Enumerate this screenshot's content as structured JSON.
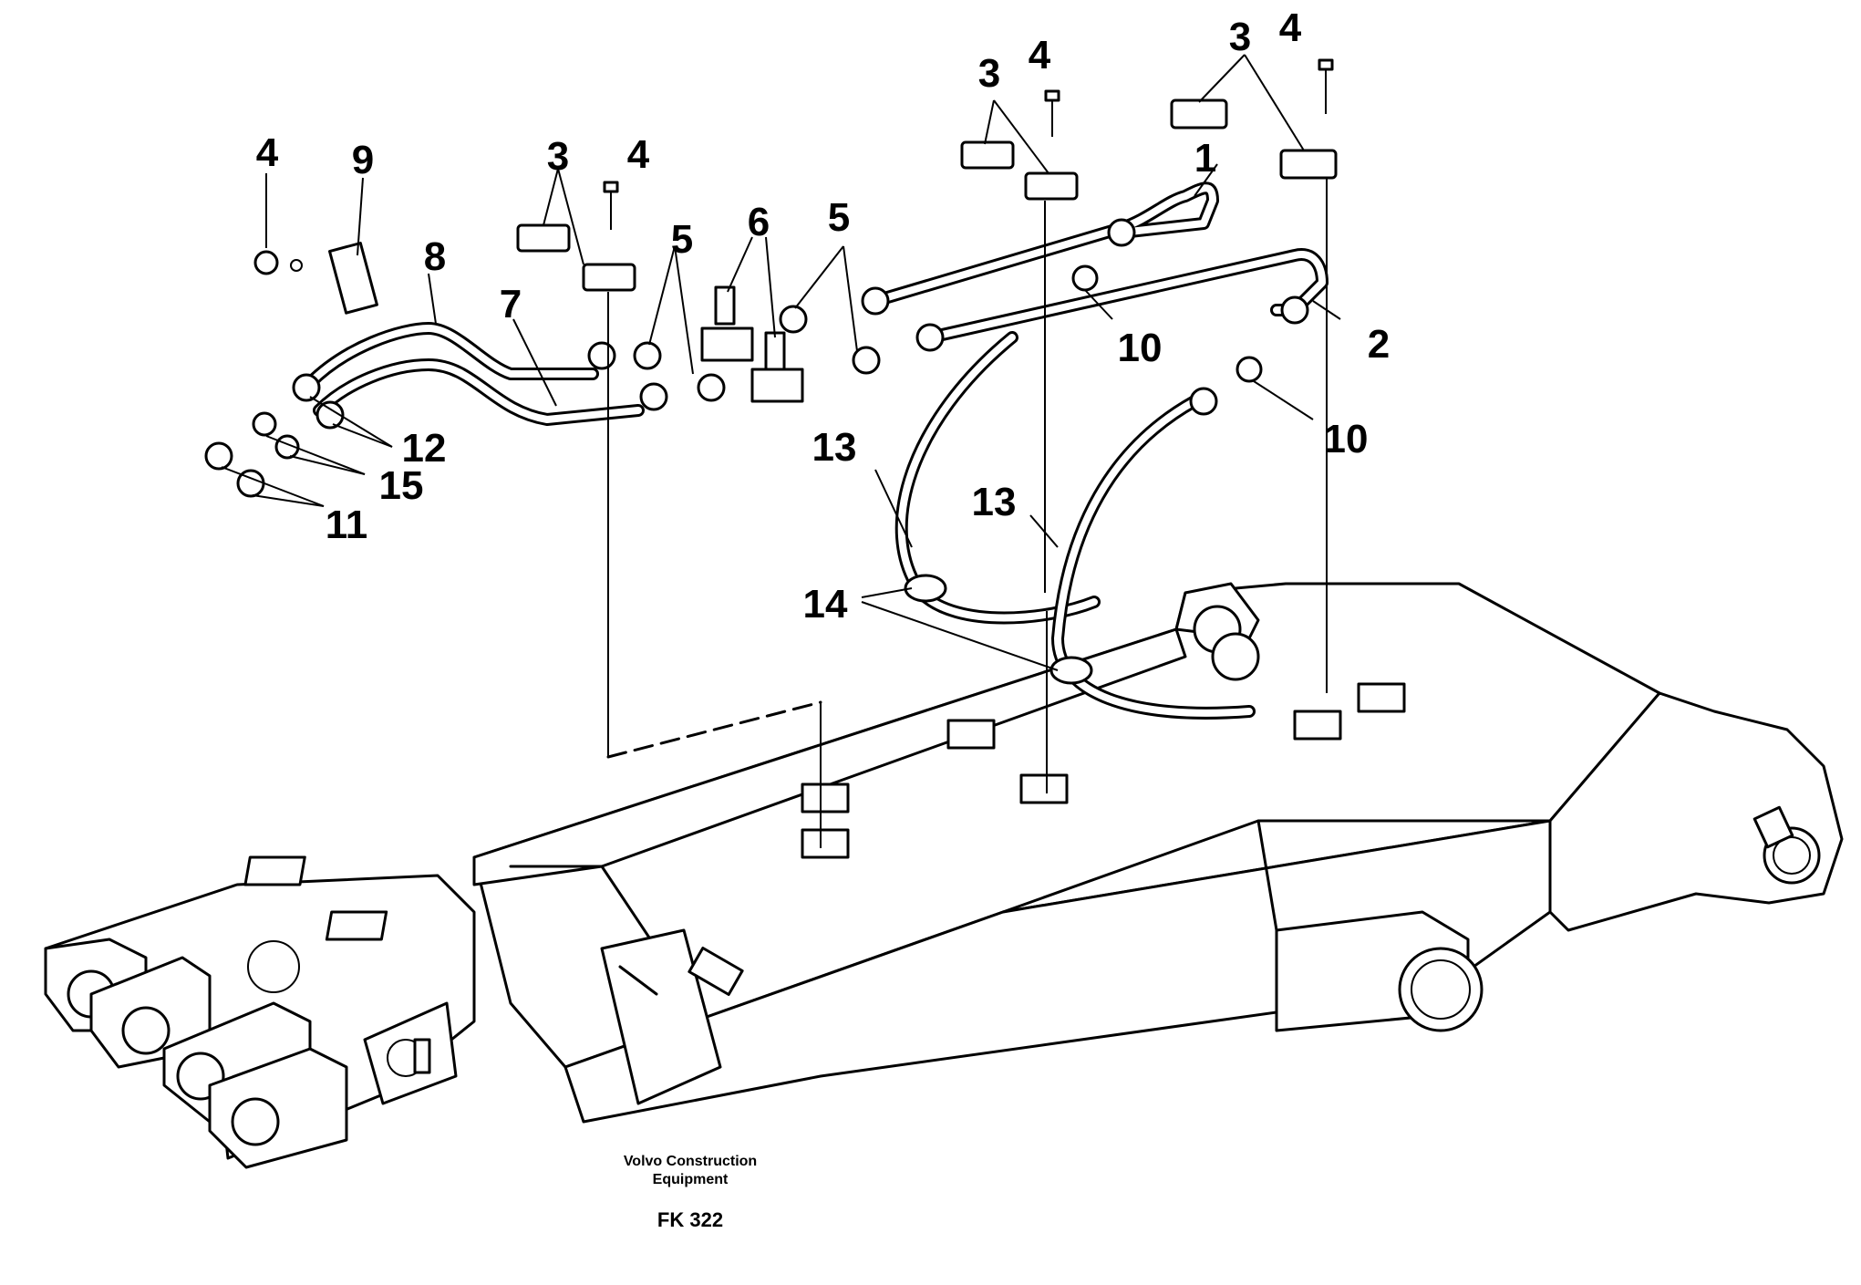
{
  "diagram": {
    "callouts": [
      "1",
      "2",
      "3",
      "4",
      "5",
      "6",
      "7",
      "8",
      "9",
      "10",
      "11",
      "12",
      "13",
      "14",
      "15"
    ],
    "footer": {
      "manufacturer_line1": "Volvo Construction",
      "manufacturer_line2": "Equipment",
      "figure_code": "FK 322"
    }
  }
}
